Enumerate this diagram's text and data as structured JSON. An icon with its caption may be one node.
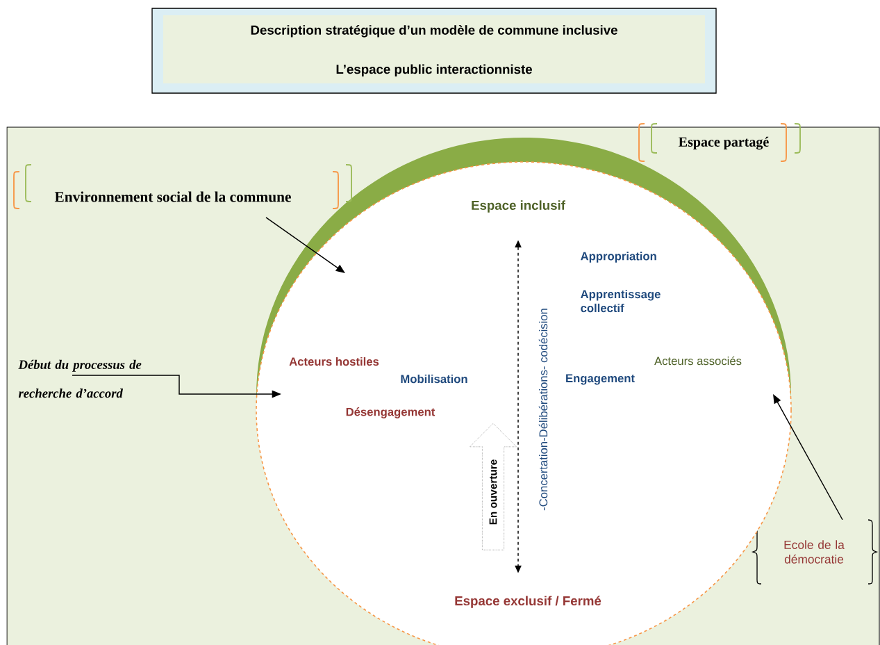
{
  "diagram": {
    "nodes": [
      {
        "text": [
          "Description stratégique d’un modèle de commune inclusive",
          "L’espace public interactionniste"
        ]
      },
      {
        "text": [],
        "shape": "circle"
      },
      {
        "text": [
          "Environnement social de la commune"
        ]
      },
      {
        "text": [
          "Espace partagé"
        ]
      },
      {
        "text": [
          "Début du processus de recherche d’accord"
        ]
      },
      {
        "text": [
          "Ecole de la démocratie"
        ]
      },
      {
        "text": [
          "Espace inclusif"
        ],
        "in": 1
      },
      {
        "text": [
          "Espace exclusif / Fermé"
        ],
        "in": 1
      },
      {
        "text": [
          "En ouverture"
        ],
        "in": 1
      }
    ],
    "edges": [
      {
        "from": 2,
        "to": 1,
        "arrow": "to"
      },
      {
        "from": 4,
        "to": 1,
        "arrow": "to"
      },
      {
        "from": 5,
        "to": 1,
        "arrow": "to"
      },
      {
        "from": 6,
        "to": 7,
        "arrow": "both",
        "style": "dashed"
      }
    ],
    "labels": [
      "Appropriation",
      "Apprentissage collectif",
      "Acteurs hostiles",
      "Acteurs associés",
      "Mobilisation",
      "Engagement",
      "Désengagement",
      "-Concertation-Délibérations- codécision"
    ]
  }
}
